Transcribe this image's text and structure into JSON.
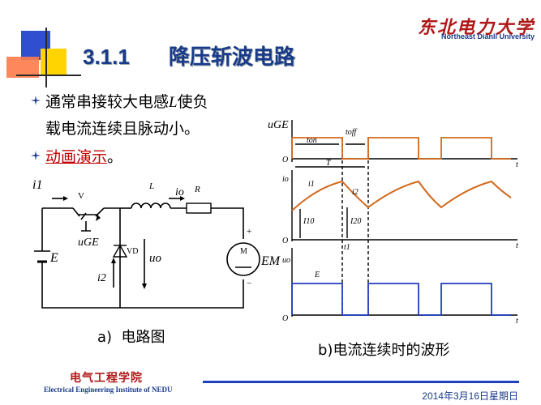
{
  "header": {
    "section_number": "3.1.1",
    "title": "降压斩波电路",
    "university_cn": "东北电力大学",
    "university_en": "Northeast Dianli University"
  },
  "bullets": [
    {
      "line1_a": "通常串接较大电感",
      "line1_var": "L",
      "line1_b": "使负",
      "line2": "载电流连续且脉动小。"
    },
    {
      "link_text": "动画演示",
      "suffix": "。"
    }
  ],
  "circuit": {
    "caption": "a)  电路图",
    "labels": {
      "i1": "i1",
      "v": "V",
      "ugE": "uGE",
      "E": "E",
      "i2": "i2",
      "vd": "VD",
      "L": "L",
      "io": "io",
      "R": "R",
      "uo": "uo",
      "M": "M",
      "EM": "EM",
      "plus": "+",
      "minus": "−"
    }
  },
  "waveform": {
    "caption": "b)电流连续时的波形",
    "labels": {
      "uGE": "uGE",
      "ton": "ton",
      "toff": "toff",
      "T": "T",
      "O": "O",
      "t": "t",
      "io": "io",
      "i1": "i1",
      "i2": "i2",
      "I10": "I10",
      "I20": "I20",
      "t1": "t1",
      "uo": "uo",
      "E": "E"
    }
  },
  "footer": {
    "institute_cn": "电气工程学院",
    "institute_en": "Electrical Engineering Institute of NEDU",
    "date": "2014年3月16日星期日"
  },
  "colors": {
    "accent_blue": "#1a3a8a",
    "brand_red": "#b01818",
    "wave_red": "#d2691e",
    "wave_blue": "#1f3fbf"
  }
}
